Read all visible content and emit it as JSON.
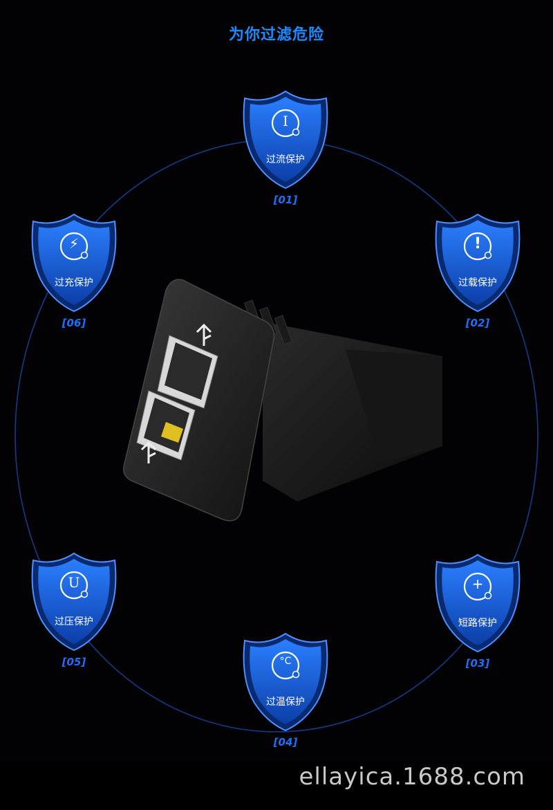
{
  "title": "为你过滤危险",
  "badges": [
    {
      "label": "过流保护",
      "num": "[01]",
      "icon": "current-I-icon",
      "glyph": "I"
    },
    {
      "label": "过载保护",
      "num": "[02]",
      "icon": "overload-exclaim-icon",
      "glyph": "!"
    },
    {
      "label": "短路保护",
      "num": "[03]",
      "icon": "short-circuit-plus-icon",
      "glyph": "+"
    },
    {
      "label": "过温保护",
      "num": "[04]",
      "icon": "thermometer-icon",
      "glyph": "°C"
    },
    {
      "label": "过压保护",
      "num": "[05]",
      "icon": "voltage-U-icon",
      "glyph": "U"
    },
    {
      "label": "过充保护",
      "num": "[06]",
      "icon": "lightning-icon",
      "glyph": "⚡"
    }
  ],
  "watermark": "ellayica.1688.com",
  "colors": {
    "accent": "#1a8cff",
    "shield": "#1560d8",
    "background": "#020204"
  }
}
